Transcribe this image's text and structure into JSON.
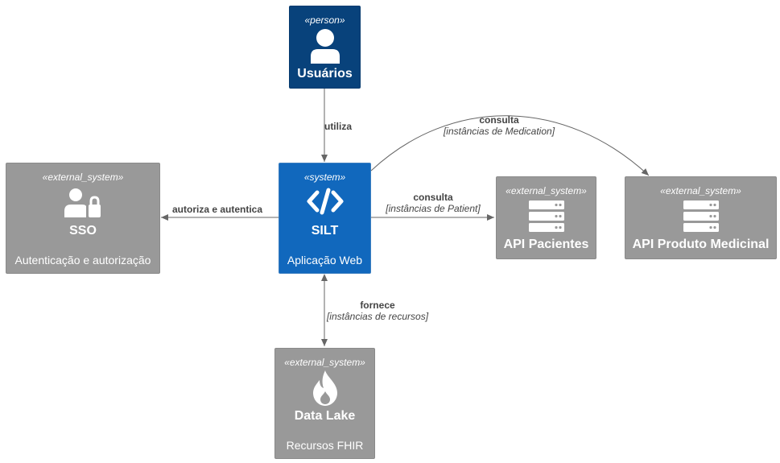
{
  "colors": {
    "person": "#08427b",
    "system": "#1168bd",
    "external": "#999999",
    "edge": "#666666"
  },
  "nodes": {
    "usuarios": {
      "stereotype": "«person»",
      "title": "Usuários",
      "icon": "person-icon"
    },
    "silt": {
      "stereotype": "«system»",
      "title": "SILT",
      "description": "Aplicação Web",
      "icon": "code-icon"
    },
    "sso": {
      "stereotype": "«external_system»",
      "title": "SSO",
      "description": "Autenticação e autorização",
      "icon": "user-lock-icon"
    },
    "api_pacientes": {
      "stereotype": "«external_system»",
      "title": "API Pacientes",
      "icon": "server-icon"
    },
    "api_produto": {
      "stereotype": "«external_system»",
      "title": "API Produto Medicinal",
      "icon": "server-icon"
    },
    "data_lake": {
      "stereotype": "«external_system»",
      "title": "Data Lake",
      "description": "Recursos FHIR",
      "icon": "fire-icon"
    }
  },
  "edges": {
    "utiliza": {
      "label": "utiliza"
    },
    "autoriza": {
      "label": "autoriza e autentica"
    },
    "pacientes": {
      "label": "consulta",
      "technology": "[instâncias de Patient]"
    },
    "medication": {
      "label": "consulta",
      "technology": "[instâncias de Medication]"
    },
    "fornece": {
      "label": "fornece",
      "technology": "[instâncias de recursos]"
    }
  }
}
